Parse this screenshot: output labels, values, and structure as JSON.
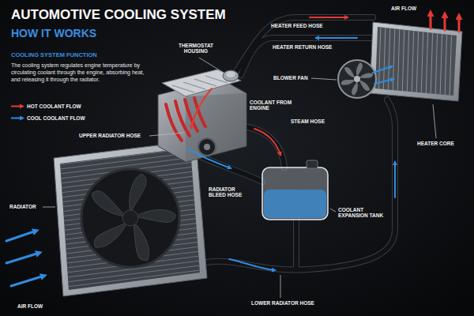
{
  "diagram": {
    "title": "AUTOMOTIVE COOLING SYSTEM",
    "labels": [
      "HOW IT WORKS",
      "COOLING SYSTEM FUNCTION",
      "The cooling system regulates engine temperature by circulating coolant through the engine, absorbing heat, and releasing it through the radiator.",
      "THERMOSTAT HOUSING",
      "HEATER FEED HOSE",
      "AIR FLOW",
      "HEATER RETURN HOSE",
      "BLOWER FAN",
      "HEATER CORE",
      "COOLANT FROM ENGINE",
      "STEAM HOSE",
      "UPPER RADIATOR HOSE",
      "RADIATOR BLEED HOSE",
      "COOLANT EXPANSION TANK",
      "RADIATOR",
      "AIR FLOW",
      "LOWER RADIATOR HOSE"
    ],
    "legend": [
      {
        "text": "HOT COOLANT FLOW"
      },
      {
        "text": "COOL COOLANT FLOW"
      }
    ]
  }
}
